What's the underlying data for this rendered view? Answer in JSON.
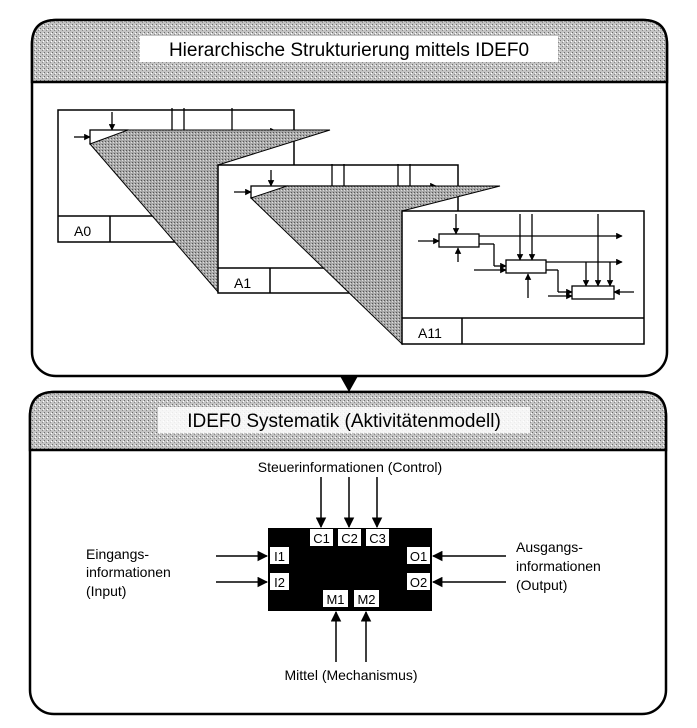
{
  "top_panel": {
    "title": "Hierarchische Strukturierung mittels IDEF0",
    "diagrams": [
      {
        "label": "A0"
      },
      {
        "label": "A1"
      },
      {
        "label": "A11"
      }
    ]
  },
  "bottom_panel": {
    "title": "IDEF0 Systematik (Aktivitätenmodell)",
    "control_caption": "Steuerinformationen (Control)",
    "input_caption": [
      "Eingangs-",
      "informationen",
      "(Input)"
    ],
    "output_caption": [
      "Ausgangs-",
      "informationen",
      "(Output)"
    ],
    "mechanism_caption": "Mittel (Mechanismus)",
    "controls": [
      "C1",
      "C2",
      "C3"
    ],
    "inputs": [
      "I1",
      "I2"
    ],
    "outputs": [
      "O1",
      "O2"
    ],
    "mechanisms": [
      "M1",
      "M2"
    ]
  },
  "colors": {
    "frame": "#000000",
    "banner": "#b8b8b8",
    "shadow": "#9a9a9a",
    "activity_box": "#000000"
  }
}
